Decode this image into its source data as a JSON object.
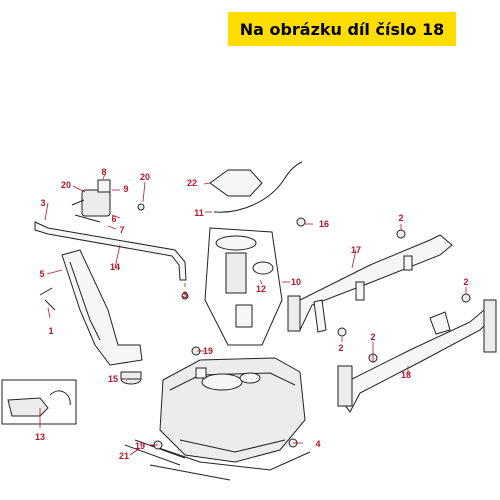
{
  "banner": {
    "text": "Na obrázku díl číslo 18"
  },
  "colors": {
    "banner_bg": "#ffdd00",
    "callout": "#b5162b",
    "line": "#222222"
  },
  "callouts": [
    {
      "id": "c1",
      "text": "1"
    },
    {
      "id": "c2a",
      "text": "2"
    },
    {
      "id": "c2b",
      "text": "2"
    },
    {
      "id": "c2c",
      "text": "2"
    },
    {
      "id": "c2d",
      "text": "2"
    },
    {
      "id": "c3a",
      "text": "3"
    },
    {
      "id": "c3b",
      "text": "3"
    },
    {
      "id": "c4",
      "text": "4"
    },
    {
      "id": "c5",
      "text": "5"
    },
    {
      "id": "c6",
      "text": "6"
    },
    {
      "id": "c7",
      "text": "7"
    },
    {
      "id": "c8",
      "text": "8"
    },
    {
      "id": "c9",
      "text": "9"
    },
    {
      "id": "c10",
      "text": "10"
    },
    {
      "id": "c11",
      "text": "11"
    },
    {
      "id": "c12",
      "text": "12"
    },
    {
      "id": "c13",
      "text": "13"
    },
    {
      "id": "c14",
      "text": "14"
    },
    {
      "id": "c15",
      "text": "15"
    },
    {
      "id": "c16",
      "text": "16"
    },
    {
      "id": "c17",
      "text": "17"
    },
    {
      "id": "c18",
      "text": "18"
    },
    {
      "id": "c19a",
      "text": "19"
    },
    {
      "id": "c19b",
      "text": "19"
    },
    {
      "id": "c20a",
      "text": "20"
    },
    {
      "id": "c20b",
      "text": "20"
    },
    {
      "id": "c21",
      "text": "21"
    },
    {
      "id": "c22",
      "text": "22"
    }
  ]
}
